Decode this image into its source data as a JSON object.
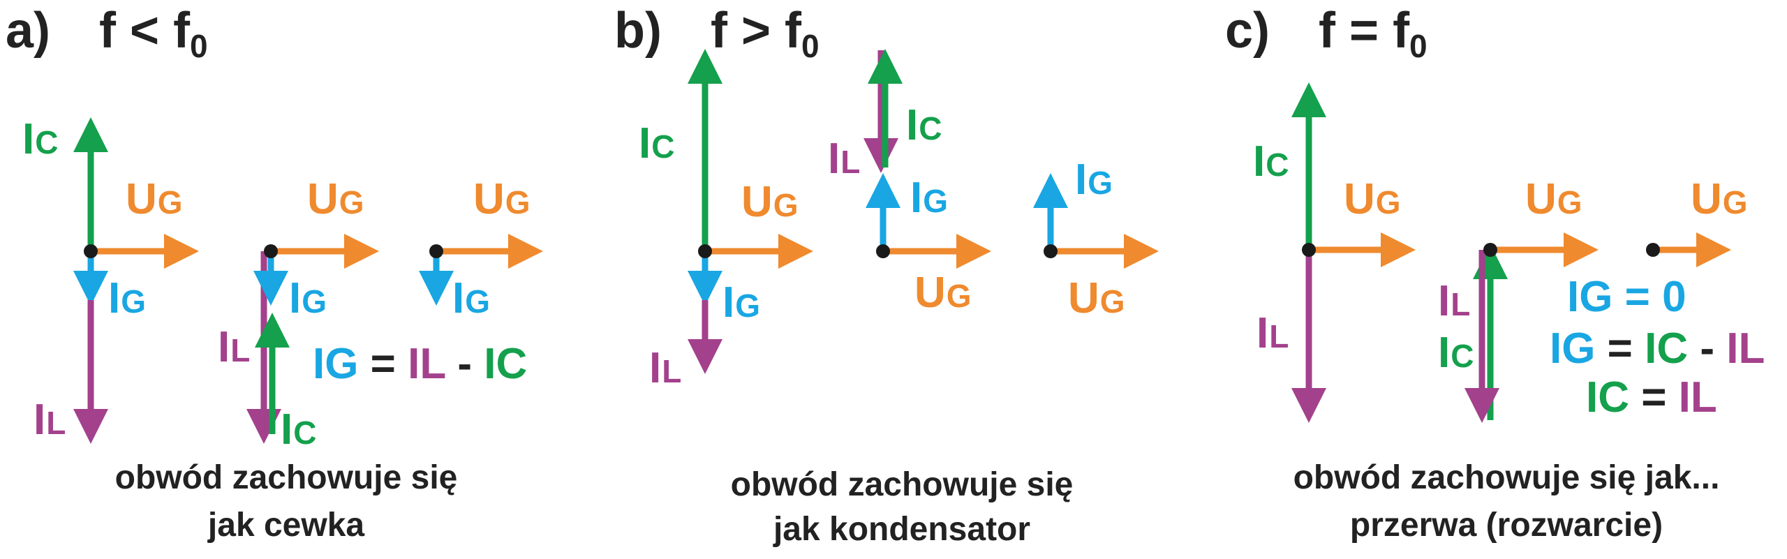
{
  "colors": {
    "ug": "#ef8a2e",
    "ic": "#14a04c",
    "il": "#a3418c",
    "ig": "#19a6e3",
    "text": "#222222",
    "dot": "#1a1a1a"
  },
  "labels": {
    "ug": {
      "main": "U",
      "sub": "G"
    },
    "ic": {
      "main": "I",
      "sub": "C"
    },
    "il": {
      "main": "I",
      "sub": "L"
    },
    "ig": {
      "main": "I",
      "sub": "G"
    }
  },
  "panel_a": {
    "letter": "a)",
    "condition_main": "f < f",
    "condition_sub": "0",
    "equation": {
      "lhs": "IG",
      "eq": " = ",
      "t1": "IL",
      "op": " - ",
      "t2": "IC"
    },
    "caption_line1": "obwód zachowuje się",
    "caption_line2": "jak cewka"
  },
  "panel_b": {
    "letter": "b)",
    "condition_main": "f > f",
    "condition_sub": "0",
    "caption_line1": "obwód zachowuje się",
    "caption_line2": "jak kondensator"
  },
  "panel_c": {
    "letter": "c)",
    "condition_main": "f = f",
    "condition_sub": "0",
    "eq1": {
      "lhs": "IG",
      "rest": " = 0"
    },
    "eq2": {
      "lhs": "IG",
      "eq": " = ",
      "t1": "IC",
      "op": " - ",
      "t2": "IL"
    },
    "eq3": {
      "lhs": "IC",
      "eq": " = ",
      "rhs": "IL"
    },
    "caption_line1": "obwód zachowuje się jak...",
    "caption_line2": "przerwa (rozwarcie)"
  }
}
